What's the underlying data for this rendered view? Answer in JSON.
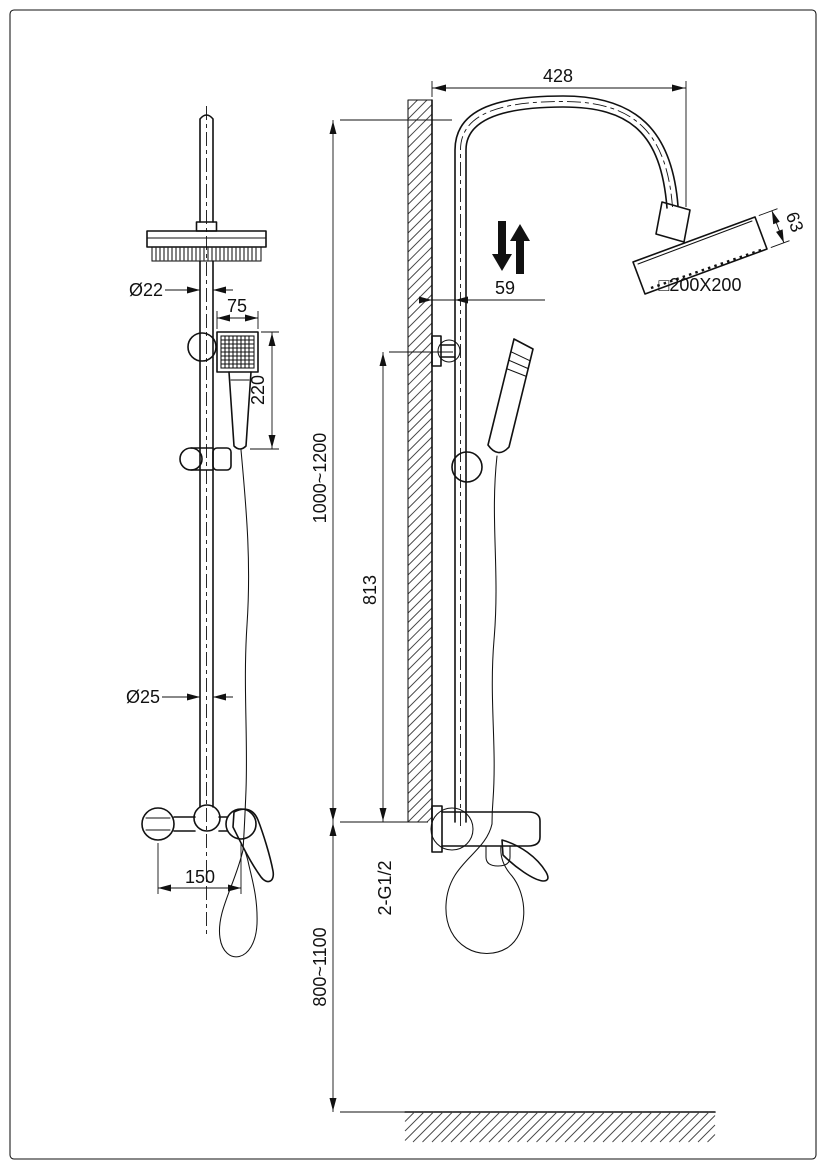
{
  "front_view": {
    "head_pipe_diameter": "Ø22",
    "hand_shower_width": "75",
    "hand_shower_length": "220",
    "riser_diameter": "Ø25",
    "inlet_spacing": "150"
  },
  "side_view": {
    "arm_reach": "428",
    "head_thickness": "63",
    "head_size": "□200X200",
    "wall_offset": "59",
    "overall_height": "1000~1200",
    "hand_shower_height": "813",
    "thread_spec": "2-G1/2",
    "mixer_height": "800~1100"
  }
}
